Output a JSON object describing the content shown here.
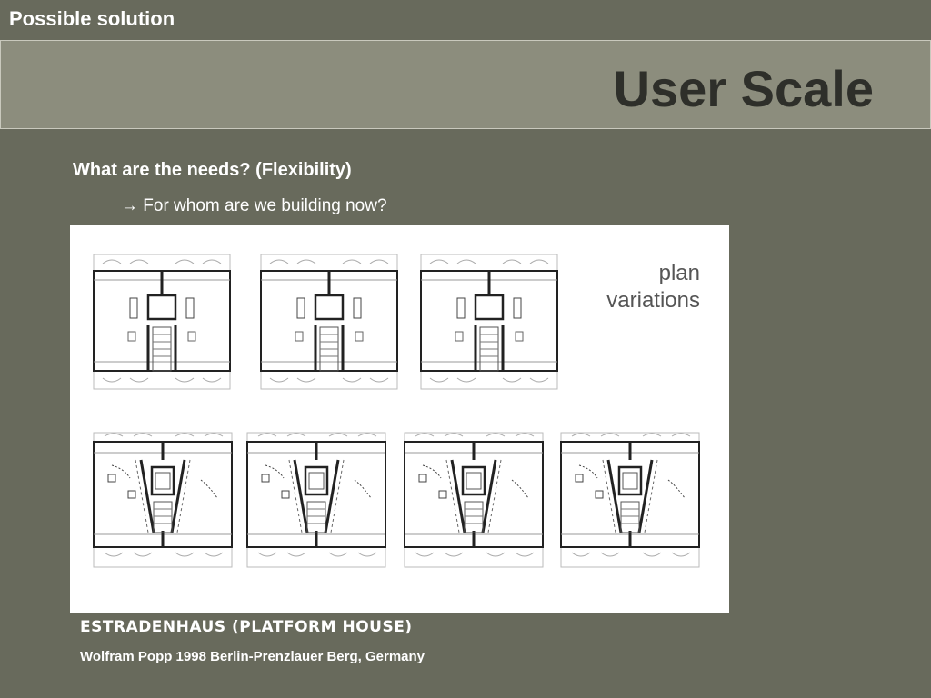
{
  "slide": {
    "section_label": "Possible solution",
    "title": "User Scale",
    "heading": "What are the needs? (Flexibility)",
    "subline": "→ For whom are we building now?",
    "figure": {
      "label_line1": "plan",
      "label_line2": "variations"
    },
    "caption_title": "ESTRADENHAUS (PLATFORM HOUSE)",
    "caption_sub": "Wolfram Popp  1998  Berlin-Prenzlauer Berg, Germany"
  }
}
